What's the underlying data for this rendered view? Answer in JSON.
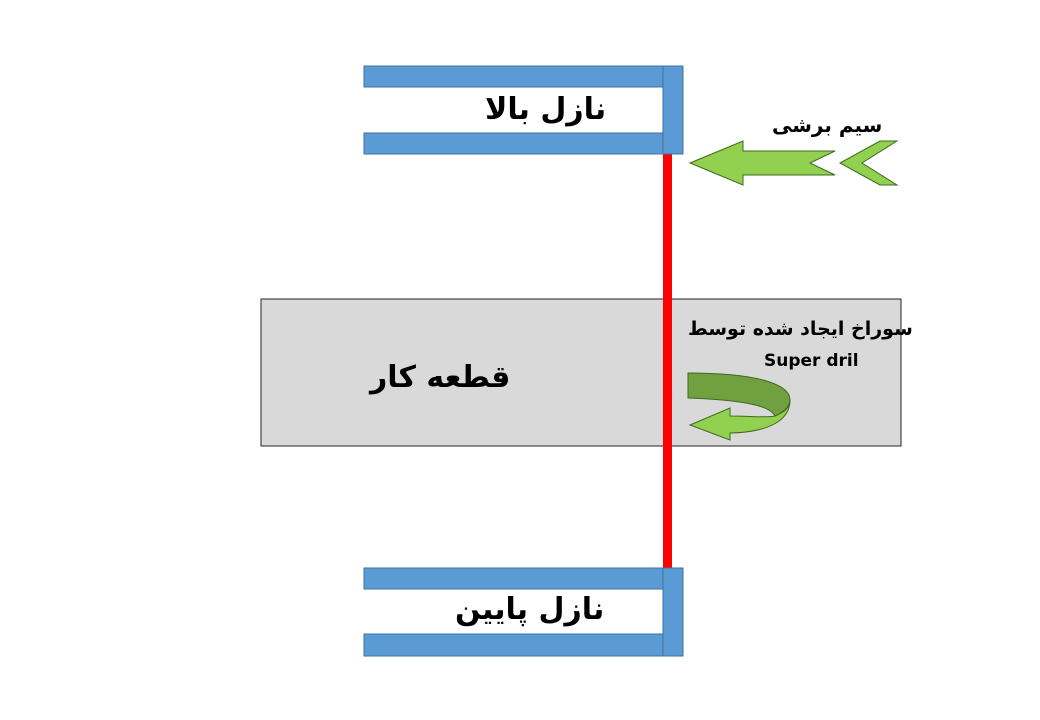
{
  "labels": {
    "upper_nozzle": "نازل بالا",
    "lower_nozzle": "نازل پایین",
    "cutting_wire": "سیم برشی",
    "workpiece": "قطعه کار",
    "hole_line1": "سوراخ ایجاد شده توسط",
    "hole_line2": "Super dril"
  },
  "colors": {
    "nozzle": "#5b9bd5",
    "wire": "#ff0000",
    "workpiece": "#d9d9d9",
    "arrow": "#92d050",
    "arrow_dark": "#70a040"
  }
}
